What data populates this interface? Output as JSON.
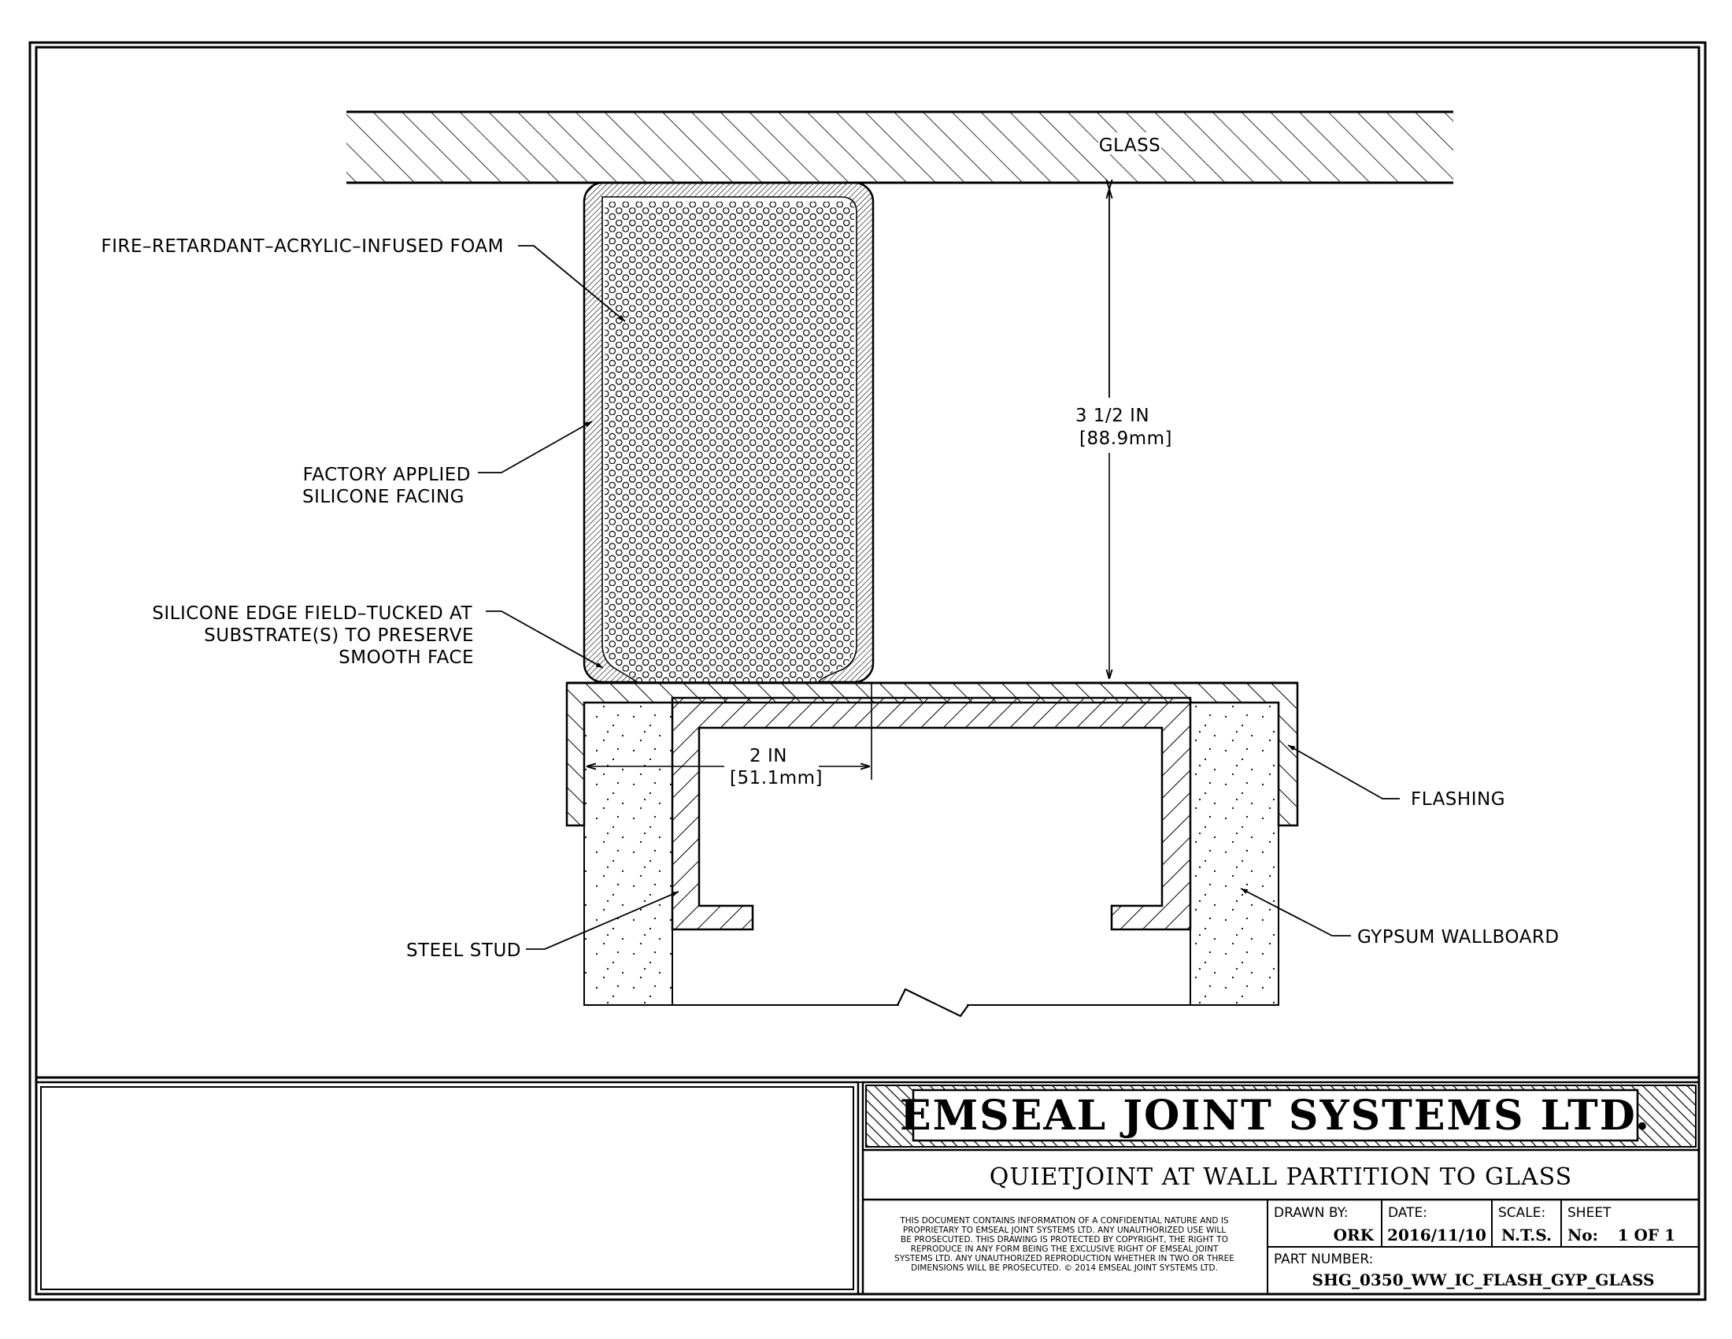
{
  "labels": {
    "glass": "GLASS",
    "foam": "FIRE–RETARDANT–ACRYLIC–INFUSED FOAM",
    "facing": [
      "FACTORY APPLIED",
      "SILICONE FACING"
    ],
    "edge": [
      "SILICONE EDGE FIELD–TUCKED AT",
      "SUBSTRATE(S) TO PRESERVE",
      "SMOOTH FACE"
    ],
    "flashing": "FLASHING",
    "stud": "STEEL STUD",
    "gypsum": "GYPSUM WALLBOARD"
  },
  "dimensions": {
    "height": {
      "imperial": "3 1/2 IN",
      "metric": "[88.9mm]"
    },
    "width": {
      "imperial": "2 IN",
      "metric": "[51.1mm]"
    }
  },
  "title_block": {
    "company": "EMSEAL JOINT SYSTEMS LTD.",
    "title": "QUIETJOINT AT WALL PARTITION TO GLASS",
    "disclaimer": [
      "THIS DOCUMENT CONTAINS INFORMATION OF A CONFIDENTIAL NATURE AND IS",
      "PROPRIETARY TO EMSEAL JOINT SYSTEMS LTD. ANY UNAUTHORIZED USE WILL",
      "BE PROSECUTED. THIS DRAWING IS PROTECTED BY COPYRIGHT, THE RIGHT TO",
      "REPRODUCE IN ANY FORM BEING THE EXCLUSIVE RIGHT OF EMSEAL JOINT",
      "SYSTEMS LTD. ANY UNAUTHORIZED REPRODUCTION WHETHER IN TWO OR THREE",
      "DIMENSIONS WILL BE PROSECUTED. © 2014 EMSEAL JOINT SYSTEMS LTD."
    ],
    "drawn_by_label": "DRAWN BY:",
    "drawn_by": "ORK",
    "date_label": "DATE:",
    "date": "2016/11/10",
    "scale_label": "SCALE:",
    "scale": "N.T.S.",
    "sheet_label": "SHEET",
    "sheet_no_label": "No:",
    "sheet_value": "1 OF 1",
    "part_number_label": "PART NUMBER:",
    "part_number": "SHG_0350_WW_IC_FLASH_GYP_GLASS"
  }
}
